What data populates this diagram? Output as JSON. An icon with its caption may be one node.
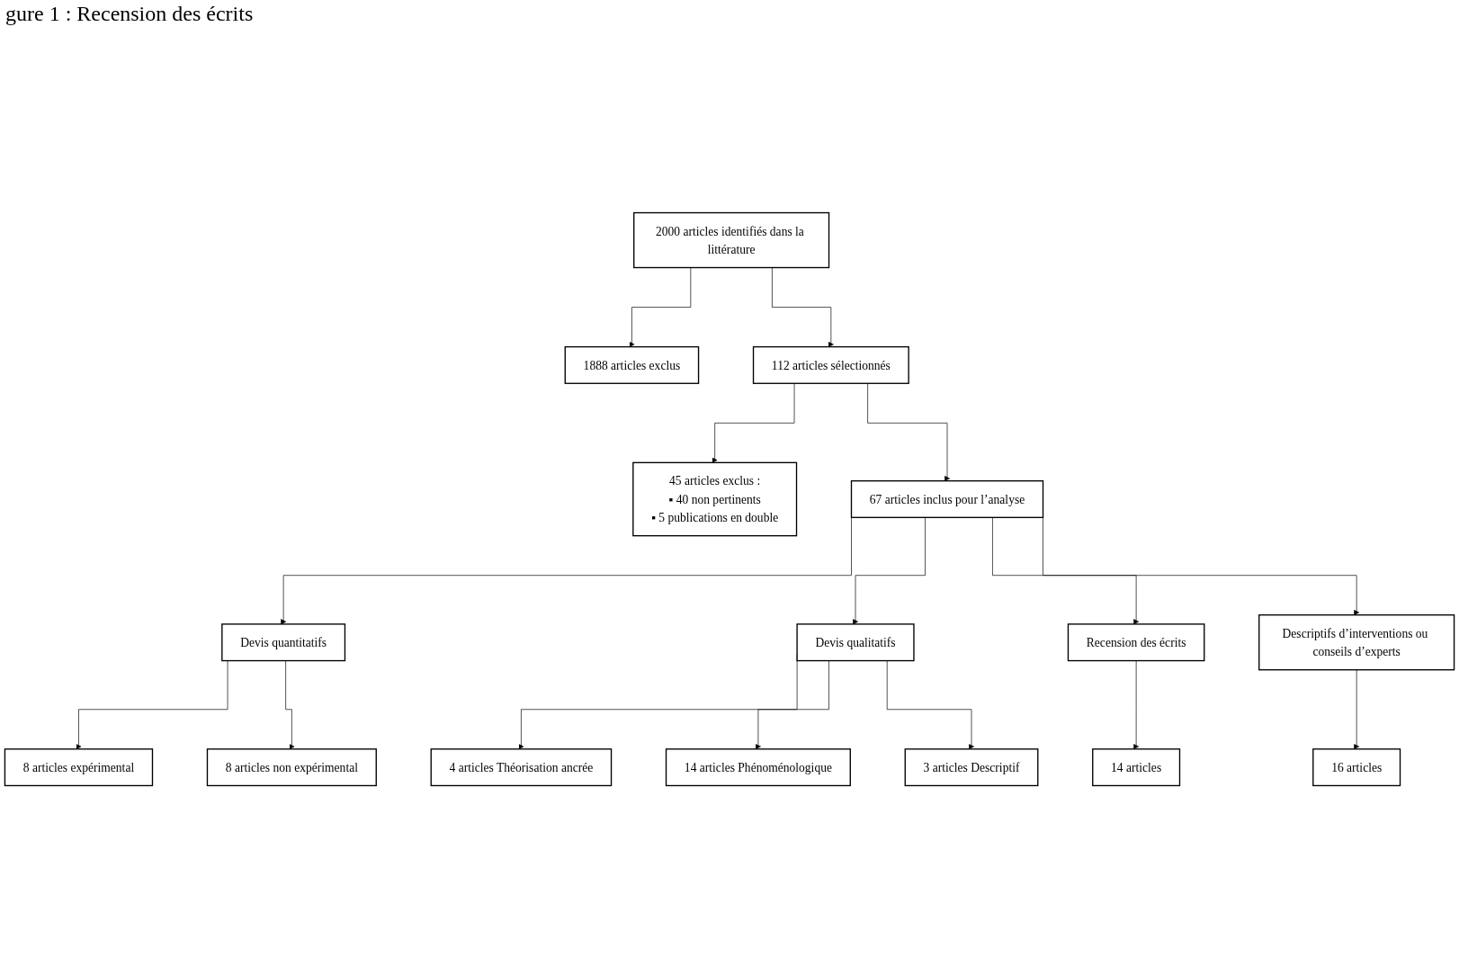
{
  "diagram": {
    "title": "gure 1 : Recension des écrits",
    "nodes": [
      {
        "text": [
          "2000 articles identifiés dans la littérature"
        ]
      },
      {
        "text": [
          "1888 articles exclus"
        ]
      },
      {
        "text": [
          "112 articles sélectionnés"
        ]
      },
      {
        "text": [
          "45 articles exclus :",
          "▪ 40 non pertinents",
          "▪ 5 publications en double"
        ]
      },
      {
        "text": [
          "67 articles inclus pour l’analyse"
        ]
      },
      {
        "text": [
          "Devis quantitatifs"
        ]
      },
      {
        "text": [
          "Devis qualitatifs"
        ]
      },
      {
        "text": [
          "Recension des écrits"
        ]
      },
      {
        "text": [
          "Descriptifs d’interventions ou conseils d’experts"
        ]
      },
      {
        "text": [
          "8 articles expérimental"
        ]
      },
      {
        "text": [
          "8 articles non expérimental"
        ]
      },
      {
        "text": [
          "4 articles Théorisation ancrée"
        ]
      },
      {
        "text": [
          "14 articles Phénoménologique"
        ]
      },
      {
        "text": [
          "3 articles Descriptif"
        ]
      },
      {
        "text": [
          "14 articles"
        ]
      },
      {
        "text": [
          "16 articles"
        ]
      }
    ],
    "edges": [
      {
        "from": 0,
        "to": 1,
        "arrow": "to"
      },
      {
        "from": 0,
        "to": 2,
        "arrow": "to"
      },
      {
        "from": 2,
        "to": 3,
        "arrow": "to"
      },
      {
        "from": 2,
        "to": 4,
        "arrow": "to"
      },
      {
        "from": 4,
        "to": 5,
        "arrow": "to"
      },
      {
        "from": 4,
        "to": 6,
        "arrow": "to"
      },
      {
        "from": 4,
        "to": 7,
        "arrow": "to"
      },
      {
        "from": 4,
        "to": 8,
        "arrow": "to"
      },
      {
        "from": 5,
        "to": 9,
        "arrow": "to"
      },
      {
        "from": 5,
        "to": 10,
        "arrow": "to"
      },
      {
        "from": 6,
        "to": 11,
        "arrow": "to"
      },
      {
        "from": 6,
        "to": 12,
        "arrow": "to"
      },
      {
        "from": 6,
        "to": 13,
        "arrow": "to"
      },
      {
        "from": 7,
        "to": 14,
        "arrow": "to"
      },
      {
        "from": 8,
        "to": 15,
        "arrow": "to"
      }
    ]
  }
}
